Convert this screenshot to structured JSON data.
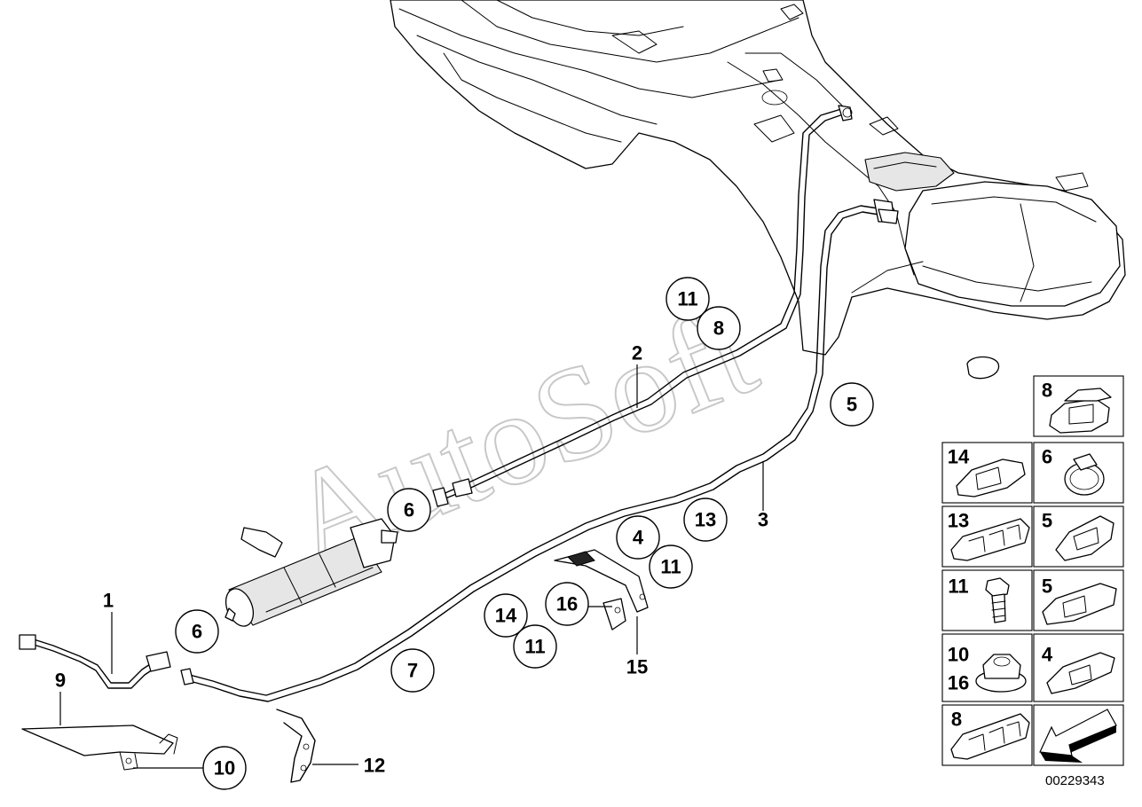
{
  "watermark": "AutoSoft",
  "diagram_code": "00229343",
  "callouts": [
    {
      "id": "c-11-top",
      "label": "11"
    },
    {
      "id": "c-8-top",
      "label": "8"
    },
    {
      "id": "c-5",
      "label": "5"
    },
    {
      "id": "c-6-upper",
      "label": "6"
    },
    {
      "id": "c-13",
      "label": "13"
    },
    {
      "id": "c-4",
      "label": "4"
    },
    {
      "id": "c-11-mid",
      "label": "11"
    },
    {
      "id": "c-16",
      "label": "16"
    },
    {
      "id": "c-14",
      "label": "14"
    },
    {
      "id": "c-11-low",
      "label": "11"
    },
    {
      "id": "c-6-lower",
      "label": "6"
    },
    {
      "id": "c-7",
      "label": "7"
    },
    {
      "id": "c-10",
      "label": "10"
    }
  ],
  "plain_labels": {
    "label_1": "1",
    "label_2": "2",
    "label_3": "3",
    "label_9": "9",
    "label_12": "12",
    "label_15": "15"
  },
  "legend_boxes": [
    {
      "name": "8",
      "icon": "double-clip-icon"
    },
    {
      "name": "14",
      "icon": "clip-icon"
    },
    {
      "name": "6",
      "icon": "hose-clamp-icon"
    },
    {
      "name": "13",
      "icon": "triple-clip-icon"
    },
    {
      "name": "5",
      "icon": "clip-icon"
    },
    {
      "name": "11",
      "icon": "bolt-icon"
    },
    {
      "name": "5",
      "icon": "double-clip-icon"
    },
    {
      "name": "10",
      "icon": "nut-icon"
    },
    {
      "name": "16",
      "icon": "nut-icon"
    },
    {
      "name": "4",
      "icon": "clip-icon"
    },
    {
      "name": "8",
      "icon": "triple-clip-icon"
    },
    {
      "name": "",
      "icon": "direction-arrow-icon"
    }
  ]
}
